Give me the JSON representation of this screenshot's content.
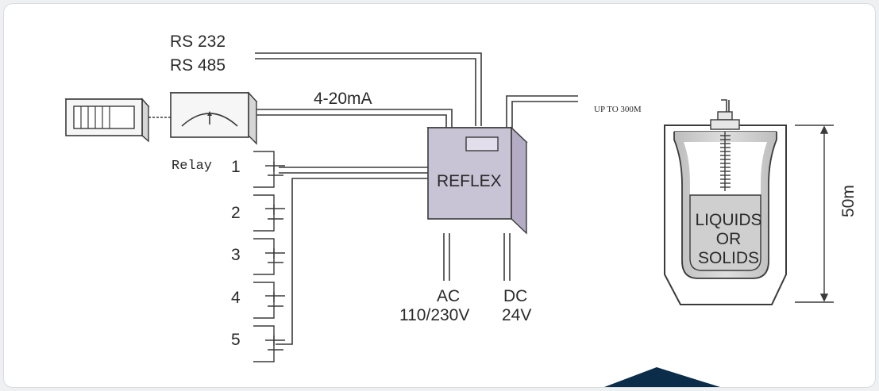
{
  "diagram": {
    "comm_labels": [
      "RS 232",
      "RS 485"
    ],
    "analog_label": "4-20mA",
    "range_label": "UP TO 300M",
    "device_label": "REFLEX",
    "relay_label": "Relay",
    "relay_numbers": [
      "1",
      "2",
      "3",
      "4",
      "5"
    ],
    "ac_label_1": "AC",
    "ac_label_2": "110/230V",
    "dc_label_1": "DC",
    "dc_label_2": "24V",
    "tank_contents": [
      "LIQUIDS",
      "OR",
      "SOLIDS"
    ],
    "height_label": "50m"
  },
  "colors": {
    "device_fill": "#c9c3d6",
    "device_side": "#b3acc4",
    "device_top": "#dcd7e6",
    "tank_fill": "#d3d3d3",
    "line": "#3a3a3a",
    "accent_dark": "#0b2d4a"
  },
  "icons": [
    "display-icon",
    "meter-icon",
    "relay-contact-icon",
    "sensor-icon"
  ]
}
